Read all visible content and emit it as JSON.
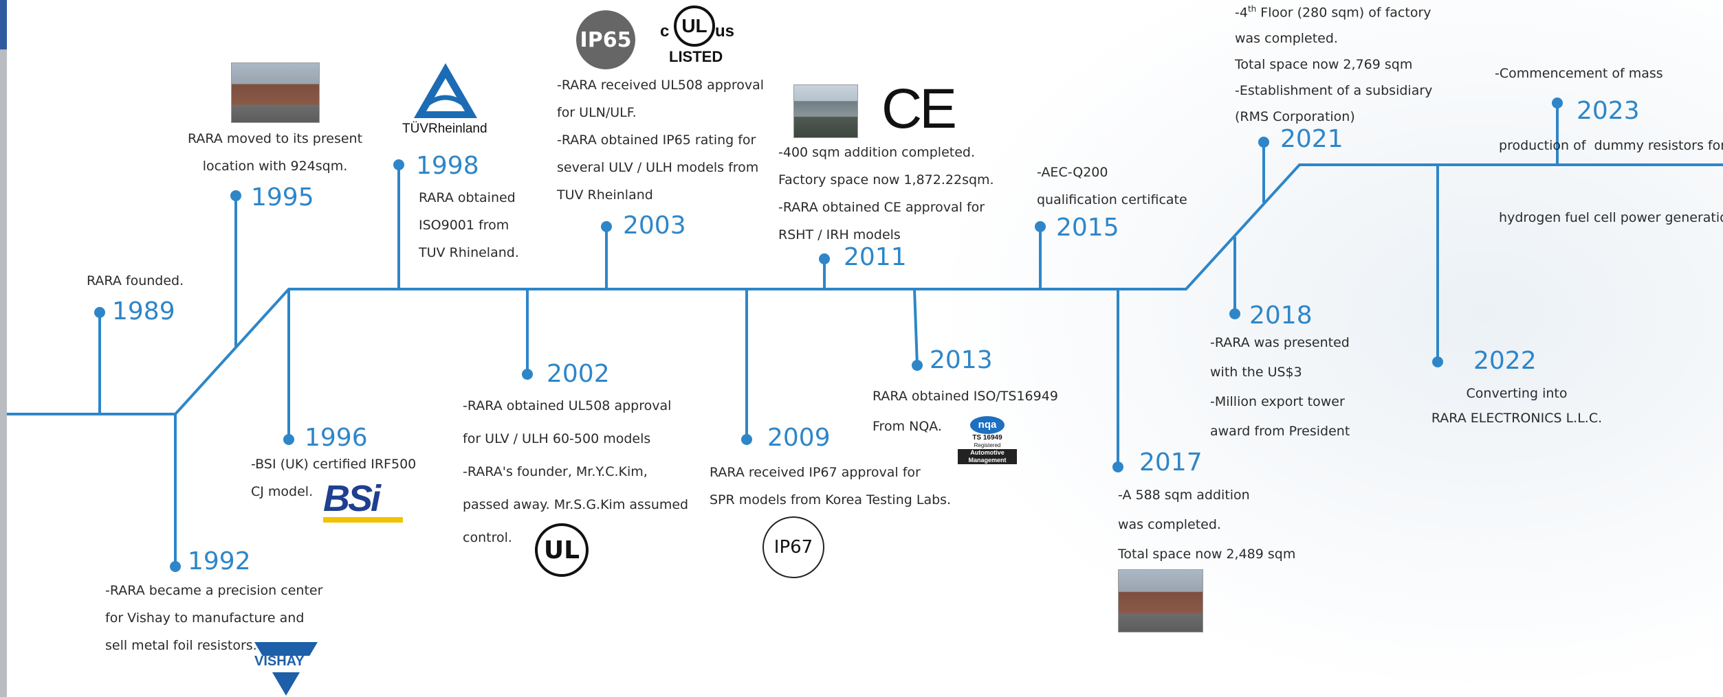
{
  "colors": {
    "line": "#2e86c8",
    "year": "#2e86c8",
    "text": "#2a2a2a"
  },
  "milestones": {
    "m1989": {
      "year": "1989",
      "lines": [
        "RARA founded."
      ]
    },
    "m1992": {
      "year": "1992",
      "lines": [
        "-RARA became a precision center",
        "for  Vishay to manufacture and",
        "sell metal foil resistors."
      ]
    },
    "m1995": {
      "year": "1995",
      "lines": [
        "RARA moved to its present",
        "location with 924sqm."
      ]
    },
    "m1996": {
      "year": "1996",
      "lines": [
        "-BSI (UK) certified IRF500",
        "CJ model."
      ]
    },
    "m1998": {
      "year": "1998",
      "lines": [
        "RARA obtained",
        "ISO9001 from",
        "TUV Rhineland."
      ]
    },
    "m2002": {
      "year": "2002",
      "lines": [
        "-RARA obtained UL508 approval",
        "for ULV / ULH 60-500 models",
        "-RARA's founder, Mr.Y.C.Kim,",
        "passed away. Mr.S.G.Kim assumed",
        "control."
      ]
    },
    "m2003": {
      "year": "2003",
      "lines": [
        "-RARA received UL508  approval",
        "for ULN/ULF.",
        "-RARA obtained IP65 rating for",
        "several ULV / ULH models from",
        "TUV Rheinland"
      ]
    },
    "m2009": {
      "year": "2009",
      "lines": [
        "RARA received IP67 approval for",
        "SPR models from Korea Testing Labs."
      ]
    },
    "m2011": {
      "year": "2011",
      "lines": [
        "-400 sqm addition completed.",
        "Factory space now 1,872.22sqm.",
        "-RARA obtained  CE approval  for",
        "RSHT / IRH models"
      ]
    },
    "m2013": {
      "year": "2013",
      "lines": [
        "RARA obtained ISO/TS16949",
        "From NQA."
      ]
    },
    "m2015": {
      "year": "2015",
      "lines": [
        "-AEC-Q200",
        "qualification certificate"
      ]
    },
    "m2017": {
      "year": "2017",
      "lines": [
        "-A 588 sqm addition",
        "was completed.",
        "Total space now 2,489 sqm"
      ]
    },
    "m2018": {
      "year": "2018",
      "lines": [
        "-RARA was presented",
        "with the US$3",
        "-Million export tower",
        "award from President"
      ]
    },
    "m2021": {
      "year": "2021",
      "line1_prefix": "-4",
      "line1_sup": "th",
      "line1_suffix": " Floor (280 sqm) of factory",
      "lines": [
        "was completed.",
        "Total space now 2,769 sqm",
        "-Establishment of a subsidiary",
        "(RMS Corporation)"
      ]
    },
    "m2022": {
      "year": "2022",
      "lines": [
        "Converting into",
        "RARA ELECTRONICS L.L.C."
      ]
    },
    "m2023": {
      "year": "2023",
      "lines": [
        "-Commencement of mass",
        " production of  dummy resistors for",
        " hydrogen fuel cell power generation"
      ]
    }
  },
  "logos": {
    "tuv": "TÜVRheinland",
    "ip65": "IP65",
    "ul_c": "c",
    "ul_us": "us",
    "ul_listed": "LISTED",
    "ul": "UL",
    "ce": "CE",
    "ip67": "IP67",
    "bsi": "BSi",
    "vishay": "VISHAY",
    "nqa": "nqa",
    "nqa_ts": "TS 16949",
    "nqa_reg": "Registered",
    "nqa_auto1": "Automotive",
    "nqa_auto2": "Management"
  }
}
